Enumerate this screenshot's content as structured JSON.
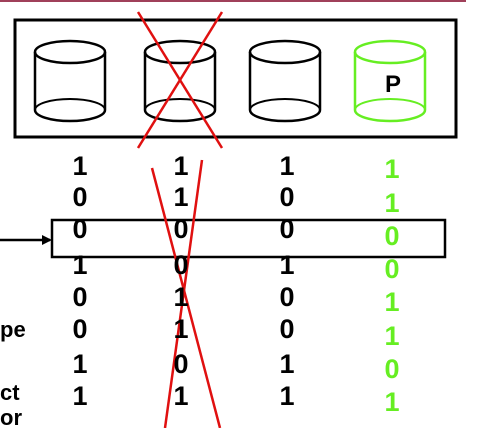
{
  "colors": {
    "ink": "#000000",
    "parity": "#66ee22",
    "strike": "#e01010",
    "rule": "#a0405a"
  },
  "disks": [
    {
      "label": "",
      "failed": false,
      "parity": false
    },
    {
      "label": "",
      "failed": true,
      "parity": false
    },
    {
      "label": "",
      "failed": false,
      "parity": false
    },
    {
      "label": "P",
      "failed": false,
      "parity": true
    }
  ],
  "bit_columns": [
    {
      "bits": [
        "1",
        "0",
        "0",
        "1",
        "0",
        "0",
        "1",
        "1"
      ],
      "failed": false,
      "parity": false
    },
    {
      "bits": [
        "1",
        "1",
        "0",
        "0",
        "1",
        "1",
        "0",
        "1"
      ],
      "failed": true,
      "parity": false
    },
    {
      "bits": [
        "1",
        "0",
        "0",
        "1",
        "0",
        "0",
        "1",
        "1"
      ],
      "failed": false,
      "parity": false
    },
    {
      "bits": [
        "1",
        "1",
        "0",
        "0",
        "1",
        "1",
        "0",
        "1"
      ],
      "failed": false,
      "parity": true
    }
  ],
  "highlighted_row": 2,
  "side_labels": [
    "pe",
    "ct",
    "or"
  ],
  "icons": {
    "pointer": "arrow-right-icon",
    "disk": "cylinder-icon",
    "failure": "x-cross-icon"
  }
}
